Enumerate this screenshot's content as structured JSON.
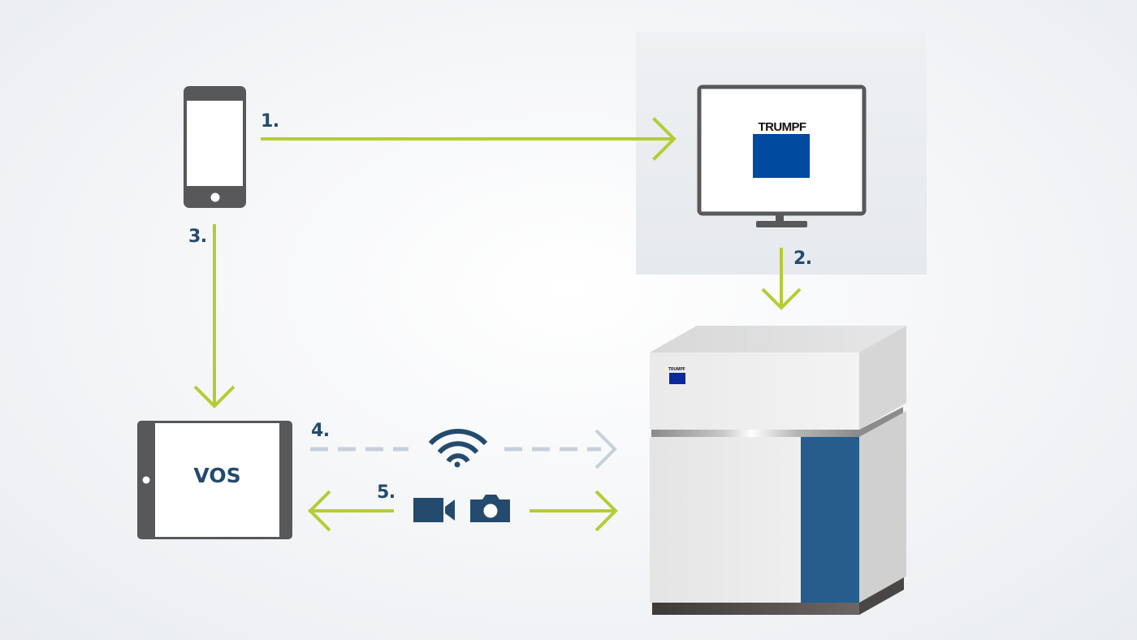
{
  "title": "VOS remote service workflow diagram",
  "colors": {
    "accent_green": "#b5cc34",
    "label_blue": "#244a6e",
    "device_gray": "#58585a",
    "brand_blue": "#004a9f",
    "machine_blue": "#265d8c",
    "wifi_gray_dash": "#c7d0d9"
  },
  "steps": [
    {
      "number": "1.",
      "from": "smartphone",
      "to": "computer",
      "style": "solid"
    },
    {
      "number": "2.",
      "from": "computer",
      "to": "machine",
      "style": "solid"
    },
    {
      "number": "3.",
      "from": "smartphone",
      "to": "tablet",
      "style": "solid"
    },
    {
      "number": "4.",
      "from": "tablet",
      "to": "machine",
      "style": "dashed",
      "icon": "wifi-icon"
    },
    {
      "number": "5.",
      "from": "machine",
      "to": "tablet",
      "style": "bidirectional",
      "icons": [
        "video-camera-icon",
        "photo-camera-icon"
      ]
    }
  ],
  "devices": {
    "smartphone": {
      "label": ""
    },
    "computer": {
      "brand": "TRUMPF"
    },
    "tablet": {
      "label": "VOS"
    },
    "machine": {
      "brand": "TRUMPF"
    }
  }
}
